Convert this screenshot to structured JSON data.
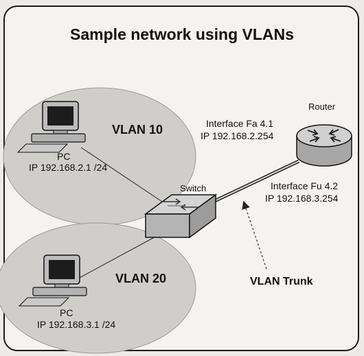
{
  "title": "Sample network using VLANs",
  "vlans": [
    {
      "name": "VLAN 10",
      "pc_label": "PC",
      "pc_ip": "IP 192.168.2.1 /24"
    },
    {
      "name": "VLAN 20",
      "pc_label": "PC",
      "pc_ip": "IP 192.168.3.1 /24"
    }
  ],
  "router": {
    "label": "Router",
    "interfaces": [
      {
        "name": "Interface Fa 4.1",
        "ip": "IP 192.168.2.254"
      },
      {
        "name": "Interface Fu 4.2",
        "ip": "IP 192.168.3.254"
      }
    ]
  },
  "switch": {
    "label": "Switch"
  },
  "trunk": {
    "label": "VLAN Trunk"
  },
  "colors": {
    "vlan_fill": "#cfcecb",
    "device_gray": "#b9b9b9",
    "frame": "#1a1a1a"
  }
}
